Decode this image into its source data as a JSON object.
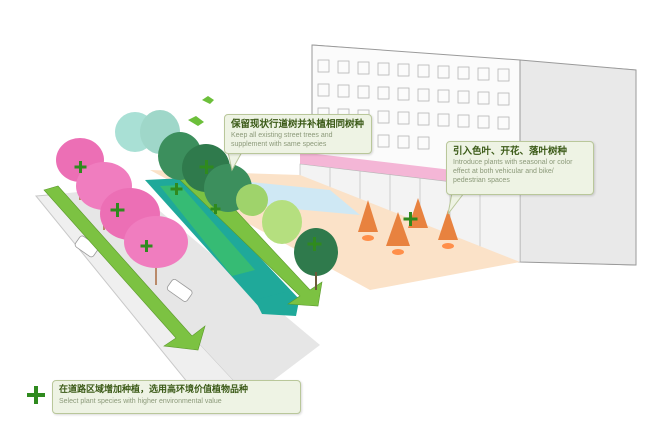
{
  "callouts": {
    "street_trees": {
      "zh": "保留现状行道树并补植相同树种",
      "en": "Keep all existing street trees and supplement with same species"
    },
    "seasonal_plants": {
      "zh": "引入色叶、开花、落叶树种",
      "en": "Introduce plants with seasonal or color effect at both vehicular and bike/ pedestrian spaces"
    }
  },
  "legend": {
    "icon": "plus-icon",
    "zh": "在道路区域增加种植，选用高环境价值植物品种",
    "en": "Select plant species with higher environmental value"
  },
  "colors": {
    "accent_green": "#2f8a1e",
    "arrow_green": "#7cc242",
    "teal": "#1fa99a",
    "pink": "#ec6fb5",
    "orange": "#e8823f",
    "callout_bg": "#eef3e4"
  }
}
